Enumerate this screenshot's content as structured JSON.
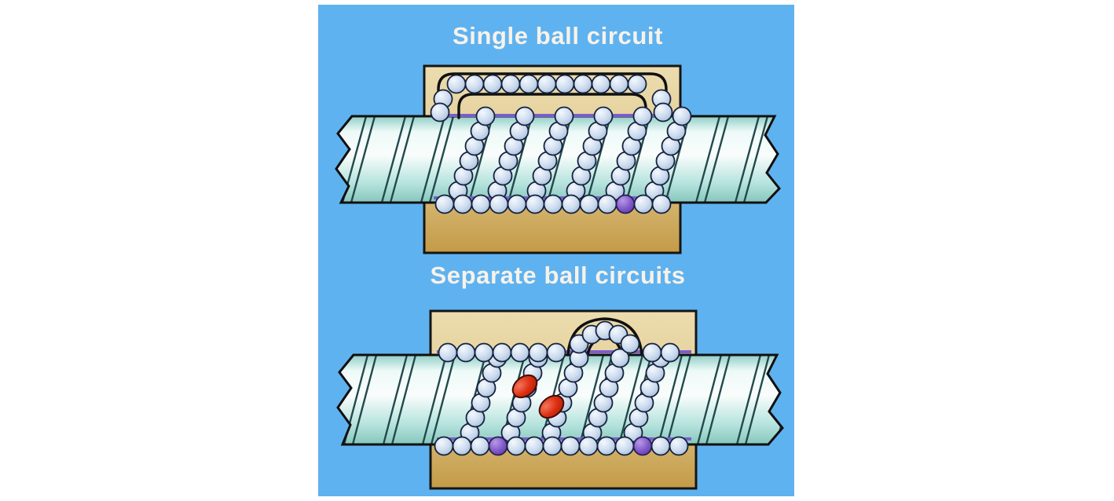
{
  "figure": {
    "top_title": "Single ball circuit",
    "bottom_title": "Separate ball circuits",
    "panels": [
      {
        "title": "Single ball circuit",
        "description_icons": [
          "nut-block",
          "screw-shaft",
          "ball-chain",
          "return-tube"
        ]
      },
      {
        "title": "Separate ball circuits",
        "description_icons": [
          "nut-block",
          "screw-shaft",
          "ball-chain",
          "deflector-balls"
        ]
      }
    ],
    "colors": {
      "background": "#ffffff",
      "panel_blue": "#5fb2f0",
      "title_cream": "#f7f2e9",
      "nut_light": "#ecdcae",
      "nut_mid": "#e2cd96",
      "nut_gold": "#c49b47",
      "screw_light": "#eefaf8",
      "screw_teal": "#b5e3dd",
      "screw_deep": "#8fcec6",
      "thread_dark": "#23494c",
      "rail_purple": "#7a5ecf",
      "ball_highlight": "#f4f8fd",
      "ball_blue": "#ccdbee",
      "ball_shade": "#9db6d6",
      "ball_red_color": "#dd2f12",
      "ball_purple_color": "#7e57c8",
      "outline": "#111111"
    }
  }
}
